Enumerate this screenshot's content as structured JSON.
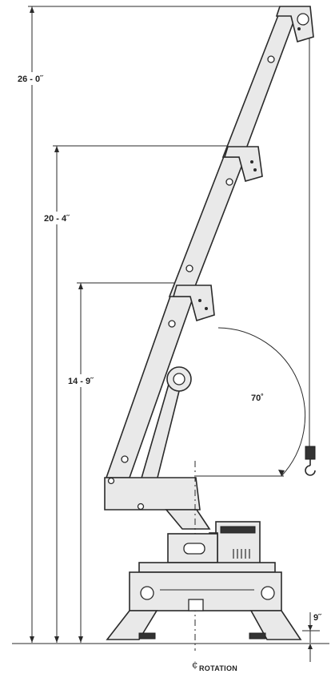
{
  "dimensions": {
    "height_full": "26 - 0˝",
    "height_mid": "20 - 4˝",
    "height_low": "14 - 9˝",
    "ground_clearance": "9˝"
  },
  "boom_angle": "70˚",
  "centerline_symbol": "¢",
  "centerline_label": "ROTATION"
}
